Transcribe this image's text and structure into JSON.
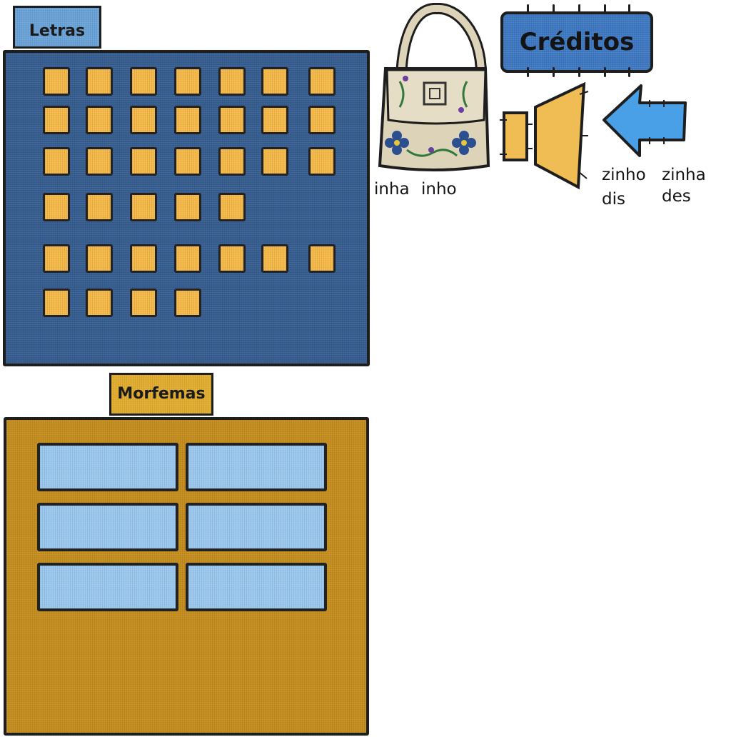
{
  "letras": {
    "label": "Letras",
    "rows": [
      7,
      7,
      7,
      5,
      7,
      4
    ]
  },
  "morfemas": {
    "label": "Morfemas",
    "slot_count": 6
  },
  "creditos": {
    "label": "Créditos"
  },
  "bag_words": [
    "inha",
    "inho"
  ],
  "right_words": {
    "col1": [
      "zinho",
      "dis"
    ],
    "col2": [
      "zinha",
      "des"
    ]
  },
  "colors": {
    "letras_panel": "#365d8f",
    "letter_slot": "#f5b948",
    "morfemas_panel": "#c58d1d",
    "morfema_slot": "#9bc8ee",
    "creditos_button": "#3e78c2",
    "arrow": "#4aa0e6"
  },
  "icons": [
    "bag-icon",
    "speaker-icon",
    "back-arrow-icon"
  ]
}
